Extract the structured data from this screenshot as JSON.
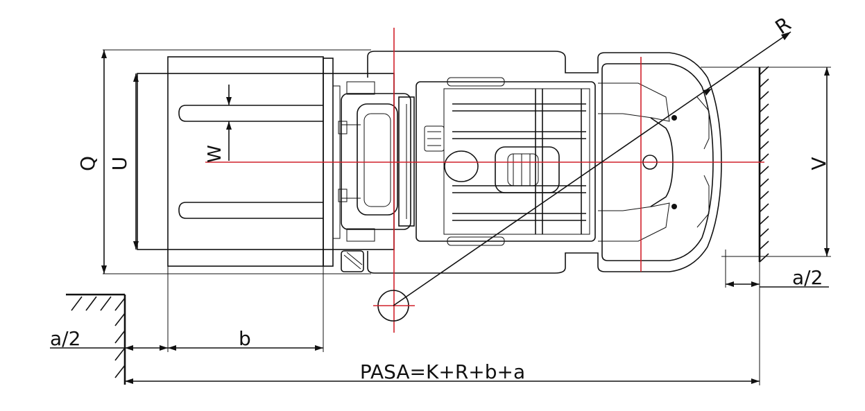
{
  "labels": {
    "R": "R",
    "Q": "Q",
    "U": "U",
    "W": "W",
    "V": "V",
    "a_half_right": "a/2",
    "a_half_left": "a/2",
    "b": "b",
    "formula": "PASA=K+R+b+a"
  },
  "colors": {
    "line": "#111111",
    "centerline": "#d0202a"
  }
}
